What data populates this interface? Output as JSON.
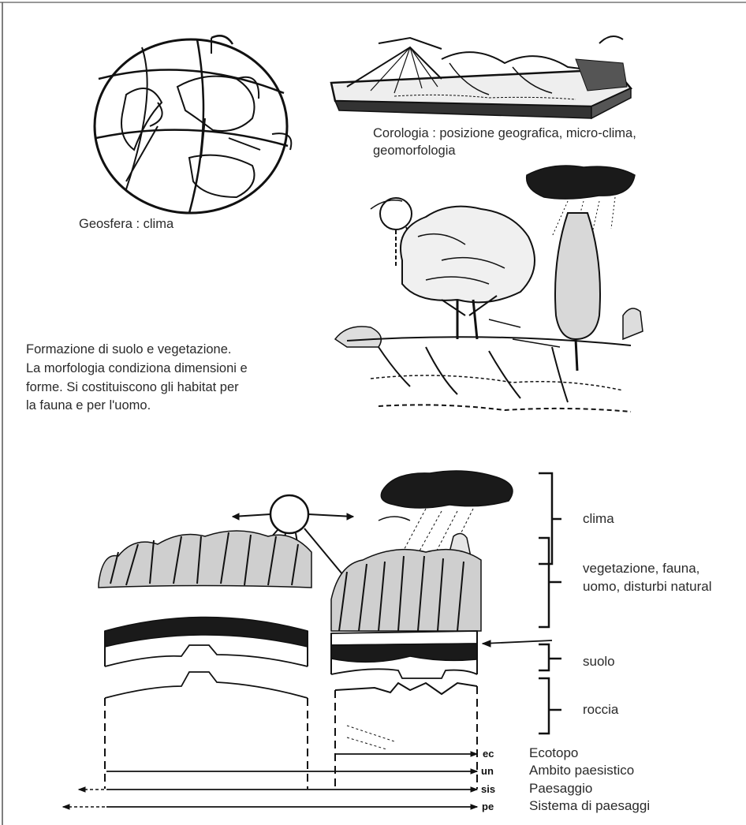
{
  "captions": {
    "geosfera": "Geosfera : clima",
    "corologia_line1": "Corologia : posizione geografica, micro-clima,",
    "corologia_line2": "geomorfologia",
    "formazione_line1": "Formazione di suolo e vegetazione.",
    "formazione_line2": "La morfologia condiziona dimensioni e",
    "formazione_line3": "forme. Si costituiscono gli habitat per",
    "formazione_line4": "la fauna e per l'uomo."
  },
  "layers": [
    {
      "label": "clima"
    },
    {
      "label_line1": "vegetazione, fauna,",
      "label_line2": "uomo, disturbi natural"
    },
    {
      "label": "suolo"
    },
    {
      "label": "roccia"
    }
  ],
  "scale": [
    {
      "abbr": "ec",
      "label": "Ecotopo"
    },
    {
      "abbr": "un",
      "label": "Ambito paesistico"
    },
    {
      "abbr": "sis",
      "label": "Paesaggio"
    },
    {
      "abbr": "pe",
      "label": "Sistema di paesaggi"
    }
  ]
}
